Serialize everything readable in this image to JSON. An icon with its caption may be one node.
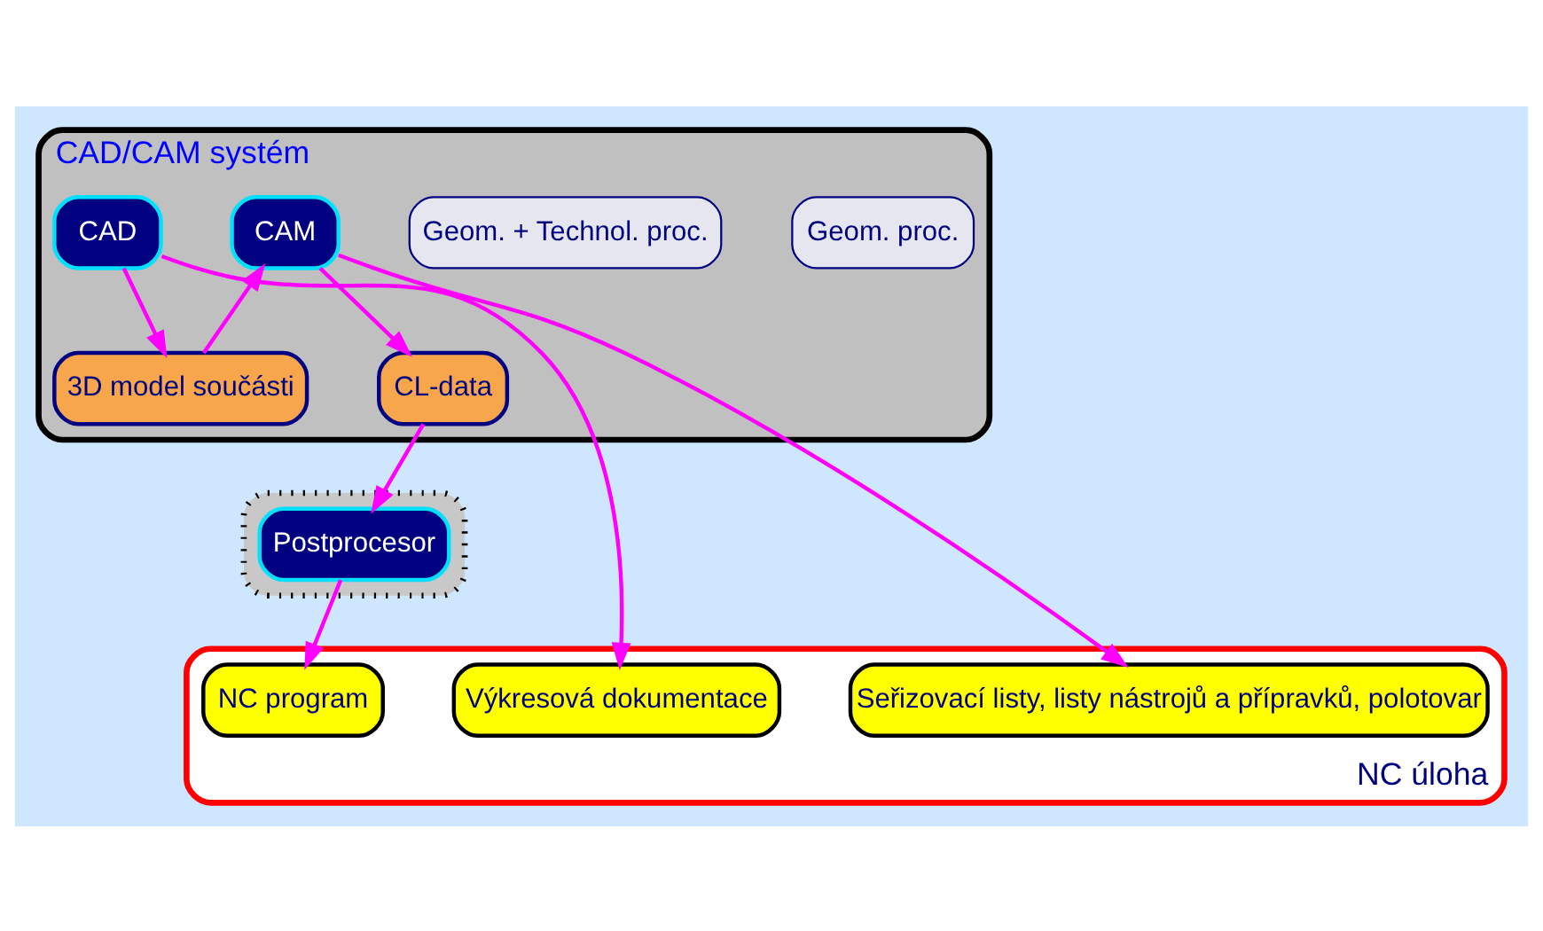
{
  "diagram": {
    "nodes": [
      {
        "text": [
          "CAD/CAM systém"
        ]
      },
      {
        "text": [
          "Geom. proc."
        ],
        "in": 0
      },
      {
        "text": [
          "Geom. + Technol. proc."
        ],
        "in": 0
      },
      {
        "text": [
          "CAD"
        ],
        "in": 0
      },
      {
        "text": [
          "CAM"
        ],
        "in": 0
      },
      {
        "text": [
          "3D model součásti"
        ],
        "in": 0
      },
      {
        "text": [
          "CL-data"
        ],
        "in": 0
      },
      {
        "text": [],
        "shape": "box"
      },
      {
        "text": [
          "Postprocesor"
        ],
        "in": 7
      },
      {
        "text": [
          "NC úloha"
        ]
      },
      {
        "text": [
          "Výkresová dokumentace"
        ],
        "in": 9
      },
      {
        "text": [
          "Seřizovací listy, listy nástrojů a přípravků, polotovar"
        ],
        "in": 9
      },
      {
        "text": [
          "NC program"
        ],
        "in": 9
      }
    ],
    "edges": [
      {
        "from": 3,
        "to": 5,
        "arrow": "to",
        "color": "#ff00ff"
      },
      {
        "from": 5,
        "to": 4,
        "arrow": "to",
        "color": "#ff00ff"
      },
      {
        "from": 4,
        "to": 6,
        "arrow": "to",
        "color": "#ff00ff"
      },
      {
        "from": 6,
        "to": 8,
        "arrow": "to",
        "color": "#ff00ff"
      },
      {
        "from": 3,
        "to": 10,
        "arrow": "to",
        "color": "#ff00ff"
      },
      {
        "from": 4,
        "to": 11,
        "arrow": "to",
        "color": "#ff00ff"
      },
      {
        "from": 8,
        "to": 12,
        "arrow": "to",
        "color": "#ff00ff"
      }
    ]
  }
}
